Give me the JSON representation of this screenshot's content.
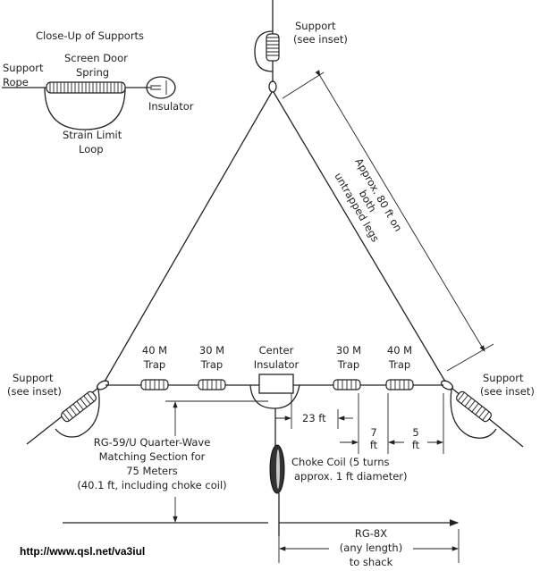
{
  "inset": {
    "title": "Close-Up of Supports",
    "spring_label_1": "Screen Door",
    "spring_label_2": "Spring",
    "rope_label_1": "Support",
    "rope_label_2": "Rope",
    "insulator_label": "Insulator",
    "loop_label_1": "Strain Limit",
    "loop_label_2": "Loop"
  },
  "top_support": {
    "line1": "Support",
    "line2": "(see inset)"
  },
  "left_support": {
    "line1": "Support",
    "line2": "(see inset)"
  },
  "right_support": {
    "line1": "Support",
    "line2": "(see inset)"
  },
  "leg_dimension": {
    "line1": "Approx. 80 ft on",
    "line2": "both",
    "line3": "untrapped legs"
  },
  "traps": [
    {
      "line1": "40 M",
      "line2": "Trap"
    },
    {
      "line1": "30 M",
      "line2": "Trap"
    },
    {
      "line1": "30 M",
      "line2": "Trap"
    },
    {
      "line1": "40 M",
      "line2": "Trap"
    }
  ],
  "center": {
    "line1": "Center",
    "line2": "Insulator"
  },
  "dims": {
    "d23": "23 ft",
    "d7a": "7",
    "d7b": "ft",
    "d5a": "5",
    "d5b": "ft"
  },
  "matching": {
    "line1": "RG-59/U Quarter-Wave",
    "line2": "Matching Section for",
    "line3": "75 Meters",
    "line4": "(40.1 ft, including choke coil)"
  },
  "choke": {
    "line1": "Choke Coil (5 turns",
    "line2": "approx. 1 ft diameter)"
  },
  "feed": {
    "line1": "RG-8X",
    "line2": "(any length)",
    "line3": "to shack"
  },
  "url": "http://www.qsl.net/va3iul"
}
